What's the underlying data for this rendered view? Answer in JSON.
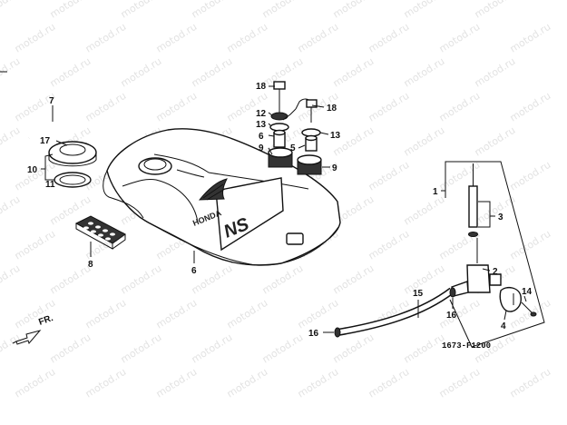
{
  "watermark": "motod.ru",
  "diagram_code": "1673-F1200",
  "direction_label": "FR.",
  "tank_brand": "HONDA",
  "tank_model": "NS",
  "callouts": {
    "c1": "1",
    "c2": "2",
    "c3": "3",
    "c4": "4",
    "c5": "5",
    "c6": "6",
    "c6b": "6",
    "c7": "7",
    "c8": "8",
    "c9a": "9",
    "c9b": "9",
    "c10": "10",
    "c11": "11",
    "c12": "12",
    "c13a": "13",
    "c13b": "13",
    "c14": "14",
    "c15": "15",
    "c16a": "16",
    "c16b": "16",
    "c17": "17",
    "c18a": "18",
    "c18b": "18"
  }
}
